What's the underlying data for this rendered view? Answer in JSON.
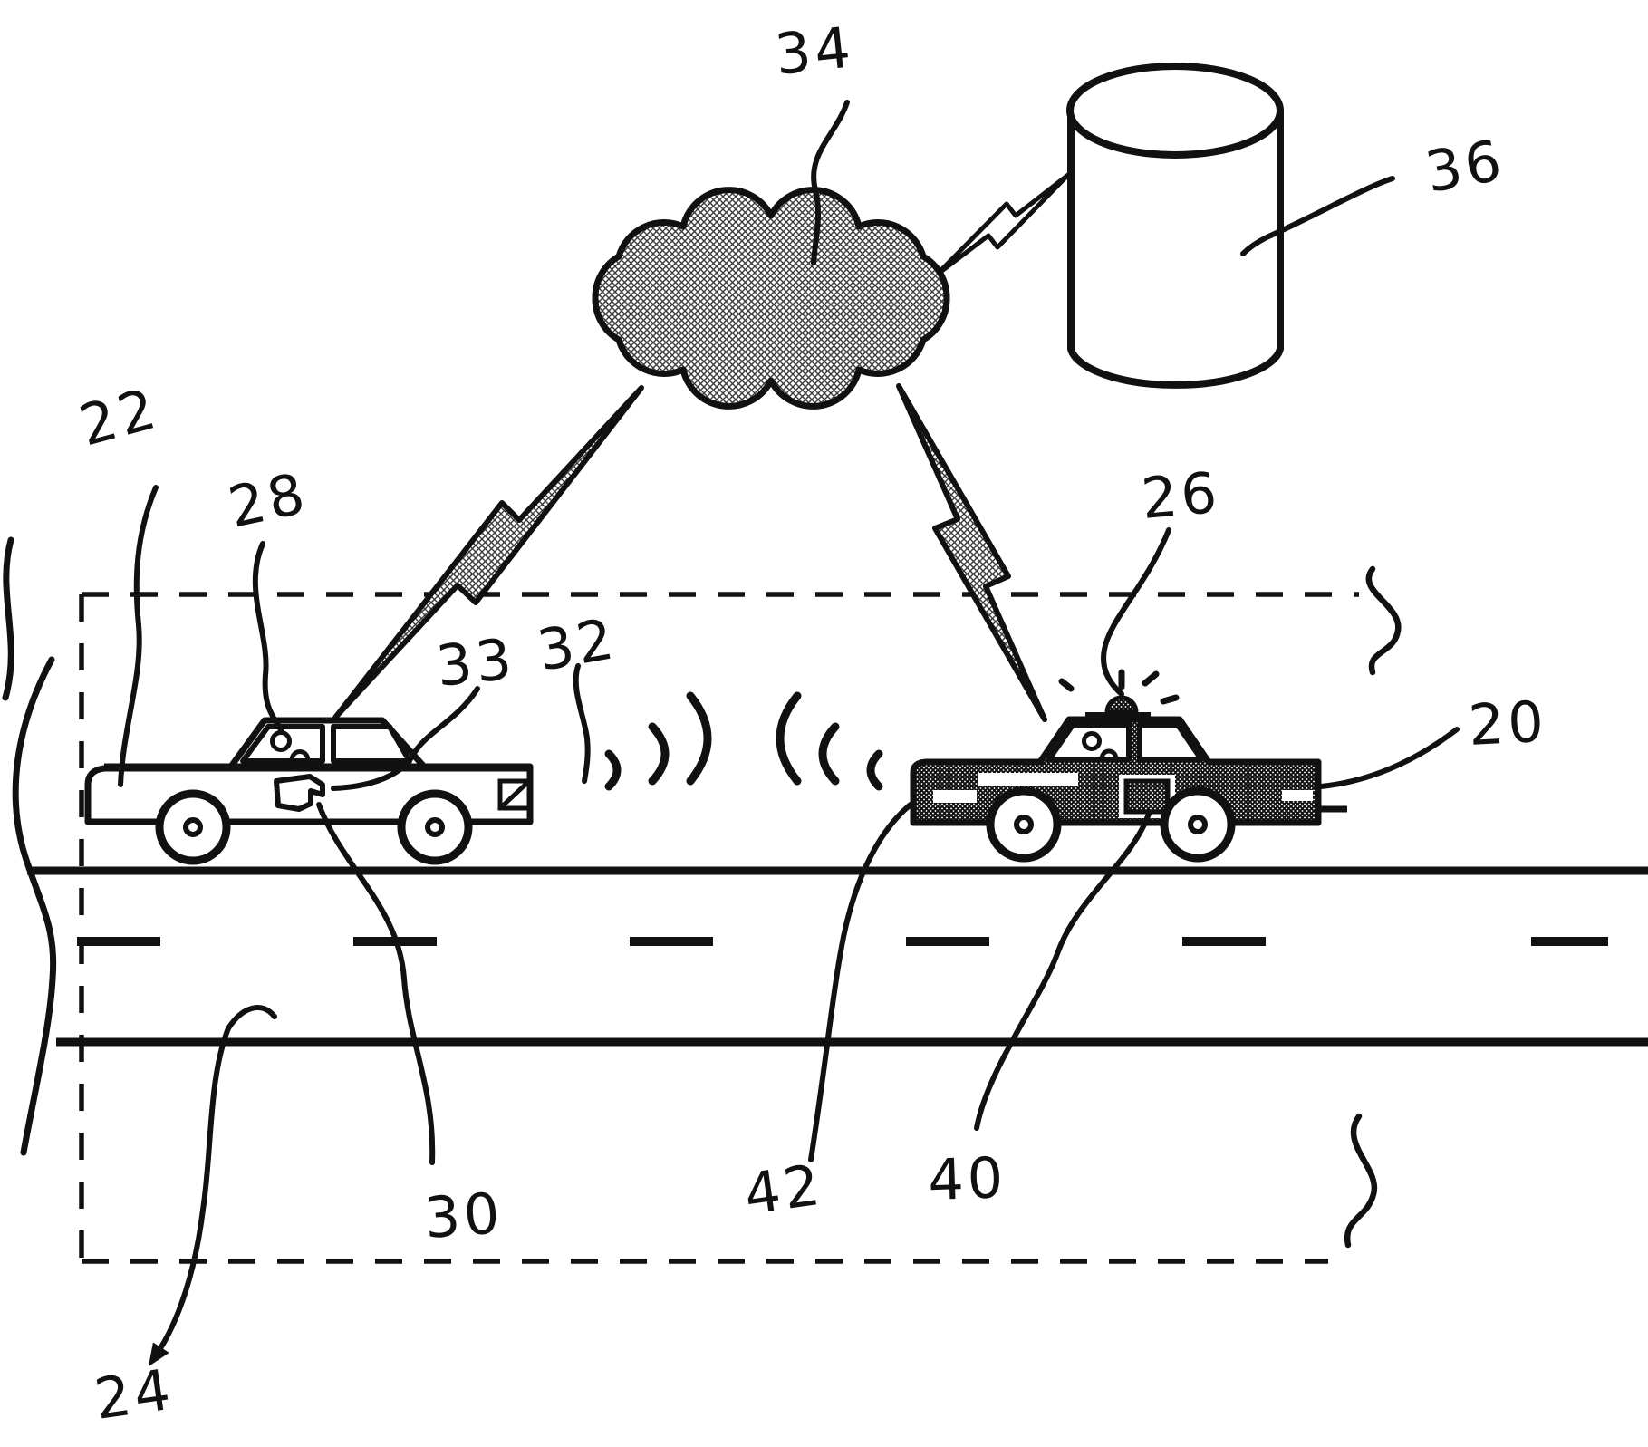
{
  "figure": {
    "colors": {
      "background": "#ffffff",
      "ink": "#111111"
    },
    "labels": [
      {
        "id": "20",
        "text": "20",
        "points_to": "police-vehicle-rear"
      },
      {
        "id": "22",
        "text": "22",
        "points_to": "civilian-vehicle-front"
      },
      {
        "id": "24",
        "text": "24",
        "points_to": "road-lane"
      },
      {
        "id": "26",
        "text": "26",
        "points_to": "police-beacon"
      },
      {
        "id": "28",
        "text": "28",
        "points_to": "civilian-driver"
      },
      {
        "id": "30",
        "text": "30",
        "points_to": "obd-device-link"
      },
      {
        "id": "32",
        "text": "32",
        "points_to": "civilian-vehicle-rear-transmitter"
      },
      {
        "id": "33",
        "text": "33",
        "points_to": "obd-device"
      },
      {
        "id": "34",
        "text": "34",
        "points_to": "network-cloud"
      },
      {
        "id": "36",
        "text": "36",
        "points_to": "database-cylinder"
      },
      {
        "id": "40",
        "text": "40",
        "points_to": "police-onboard-device"
      },
      {
        "id": "42",
        "text": "42",
        "points_to": "police-vehicle-front"
      }
    ]
  }
}
